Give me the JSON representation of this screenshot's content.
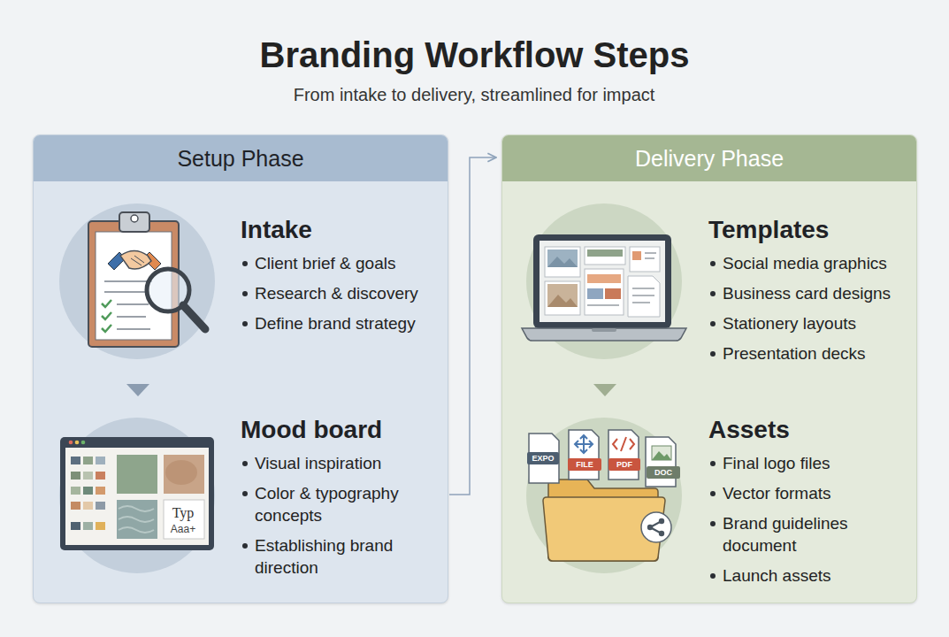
{
  "diagram": {
    "title": "Branding Workflow Steps",
    "nodes": [
      {
        "text": [
          "Setup Phase"
        ]
      },
      {
        "text": [
          "Intake",
          "Client brief & goals",
          "Research & discovery",
          "Define brand strategy"
        ],
        "in": 0
      },
      {
        "text": [
          "Mood board",
          "Visual inspiration",
          "Color & typography concepts",
          "Establishing brand direction"
        ],
        "in": 0
      },
      {
        "text": [
          "Delivery Phase"
        ]
      },
      {
        "text": [
          "Templates",
          "Social media graphics",
          "Business card designs",
          "Stationery layouts",
          "Presentation decks"
        ],
        "in": 3
      },
      {
        "text": [
          "Assets",
          "Final logo files",
          "Vector formats",
          "Brand guidelines document",
          "Launch assets"
        ],
        "in": 3
      }
    ],
    "edges": [
      {
        "from": 1,
        "to": 2,
        "arrow": "to"
      },
      {
        "from": 2,
        "to": 3,
        "arrow": "to"
      },
      {
        "from": 4,
        "to": 5,
        "arrow": "to"
      }
    ],
    "labels": [
      "From intake to delivery, streamlined for impact",
      "Typ",
      "Aaa+",
      "EXPO",
      "FILE",
      "PDF",
      "DOC"
    ]
  }
}
